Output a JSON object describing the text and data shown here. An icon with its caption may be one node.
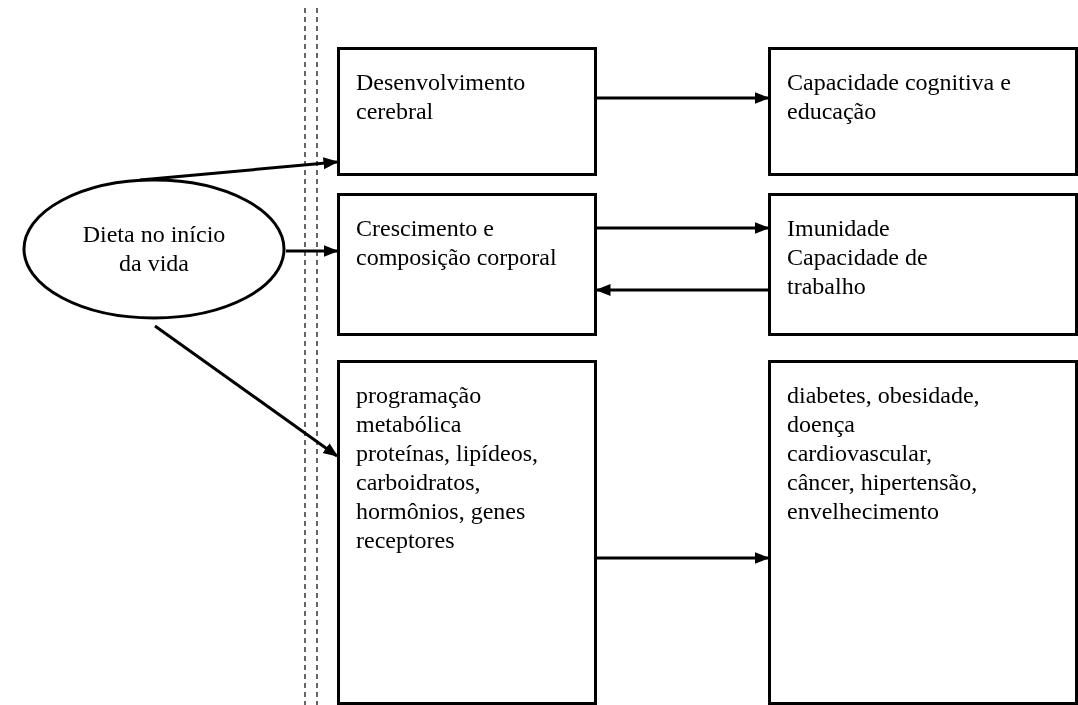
{
  "diagram": {
    "nodes": [
      {
        "text": [
          "Dieta no início da vida"
        ]
      },
      {
        "text": [
          "Desenvolvimento cerebral"
        ]
      },
      {
        "text": [
          "Capacidade cognitiva e educação"
        ]
      },
      {
        "text": [
          "Crescimento e composição corporal"
        ]
      },
      {
        "text": [
          "Imunidade Capacidade de trabalho"
        ]
      },
      {
        "text": [
          "programação metabólica proteínas, lipídeos, carboidratos, hormônios, genes receptores"
        ]
      },
      {
        "text": [
          "diabetes, obesidade, doença cardiovascular, câncer, hipertensão, envelhecimento"
        ]
      }
    ],
    "edges": [
      {
        "from": 0,
        "to": 1,
        "arrow": "to"
      },
      {
        "from": 0,
        "to": 3,
        "arrow": "to"
      },
      {
        "from": 0,
        "to": 5,
        "arrow": "to"
      },
      {
        "from": 1,
        "to": 2,
        "arrow": "to"
      },
      {
        "from": 3,
        "to": 4,
        "arrow": "to"
      },
      {
        "from": 4,
        "to": 3,
        "arrow": "to"
      },
      {
        "from": 5,
        "to": 6,
        "arrow": "to"
      }
    ]
  }
}
